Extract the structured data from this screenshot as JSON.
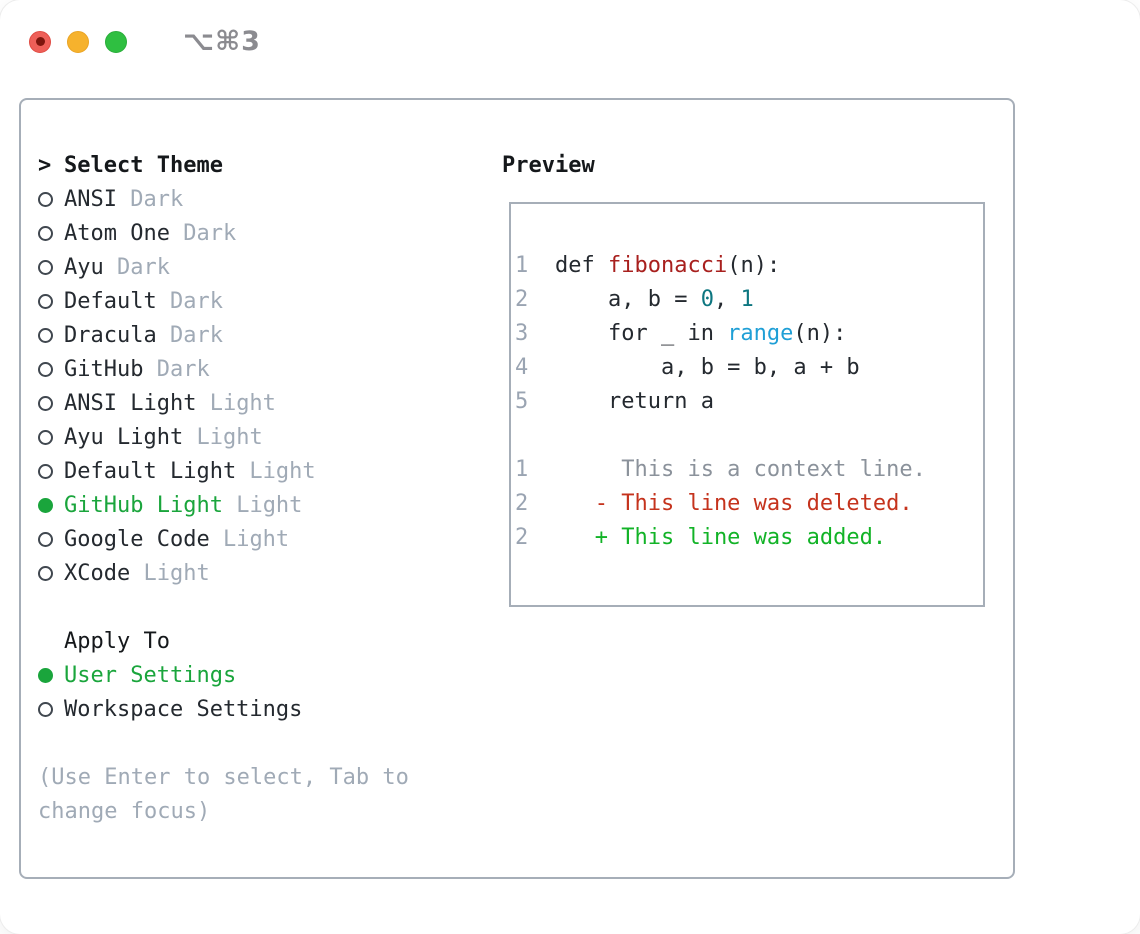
{
  "colors": {
    "fg": "#24292f",
    "heading": "#15181b",
    "muted": "#a0aab6",
    "marker": "#40474f",
    "border": "#a6aeb8",
    "accent_green": "#1aa53c",
    "diff_add": "#12b327",
    "diff_del": "#c5331d",
    "func_red": "#a8201e",
    "literal_teal": "#0d7680",
    "call_blue": "#1f9fd6",
    "context_gray": "#8b929b",
    "line_number": "#9aa4b2",
    "title_gray": "#8b8b90",
    "traffic_red": "#ee5f58",
    "traffic_red_dot": "#7d150d",
    "traffic_yellow": "#f6b22d",
    "traffic_green": "#2fbf41"
  },
  "window": {
    "title": "⌥⌘3"
  },
  "theme_picker": {
    "prompt": ">",
    "header": "Select Theme",
    "items": [
      {
        "label": "ANSI",
        "variant": "Dark",
        "selected": false
      },
      {
        "label": "Atom One",
        "variant": "Dark",
        "selected": false
      },
      {
        "label": "Ayu",
        "variant": "Dark",
        "selected": false
      },
      {
        "label": "Default",
        "variant": "Dark",
        "selected": false
      },
      {
        "label": "Dracula",
        "variant": "Dark",
        "selected": false
      },
      {
        "label": "GitHub",
        "variant": "Dark",
        "selected": false
      },
      {
        "label": "ANSI Light",
        "variant": "Light",
        "selected": false
      },
      {
        "label": "Ayu Light",
        "variant": "Light",
        "selected": false
      },
      {
        "label": "Default Light",
        "variant": "Light",
        "selected": false
      },
      {
        "label": "GitHub Light",
        "variant": "Light",
        "selected": true
      },
      {
        "label": "Google Code",
        "variant": "Light",
        "selected": false
      },
      {
        "label": "XCode",
        "variant": "Light",
        "selected": false
      }
    ],
    "apply": {
      "header": "Apply To",
      "options": [
        {
          "label": "User Settings",
          "selected": true
        },
        {
          "label": "Workspace Settings",
          "selected": false
        }
      ]
    },
    "hint_lines": [
      "(Use Enter to select, Tab to",
      "change focus)"
    ]
  },
  "preview": {
    "header": "Preview",
    "code_lines": [
      {
        "num": "1",
        "segments": [
          {
            "text": "def ",
            "style": "fg"
          },
          {
            "text": "fibonacci",
            "style": "func"
          },
          {
            "text": "(n):",
            "style": "fg"
          }
        ]
      },
      {
        "num": "2",
        "segments": [
          {
            "text": "    a, b = ",
            "style": "fg"
          },
          {
            "text": "0",
            "style": "num"
          },
          {
            "text": ", ",
            "style": "fg"
          },
          {
            "text": "1",
            "style": "num"
          }
        ]
      },
      {
        "num": "3",
        "segments": [
          {
            "text": "    for _ in ",
            "style": "fg"
          },
          {
            "text": "range",
            "style": "call"
          },
          {
            "text": "(n):",
            "style": "fg"
          }
        ]
      },
      {
        "num": "4",
        "segments": [
          {
            "text": "        a, b = b, a + b",
            "style": "fg"
          }
        ]
      },
      {
        "num": "5",
        "segments": [
          {
            "text": "    return a",
            "style": "fg"
          }
        ]
      },
      {
        "num": "",
        "segments": []
      },
      {
        "num": "1",
        "segments": [
          {
            "text": "     This is a context line.",
            "style": "ctx"
          }
        ]
      },
      {
        "num": "2",
        "segments": [
          {
            "text": "   - This line was deleted.",
            "style": "del"
          }
        ]
      },
      {
        "num": "2",
        "segments": [
          {
            "text": "   + This line was added.",
            "style": "add"
          }
        ]
      }
    ]
  }
}
